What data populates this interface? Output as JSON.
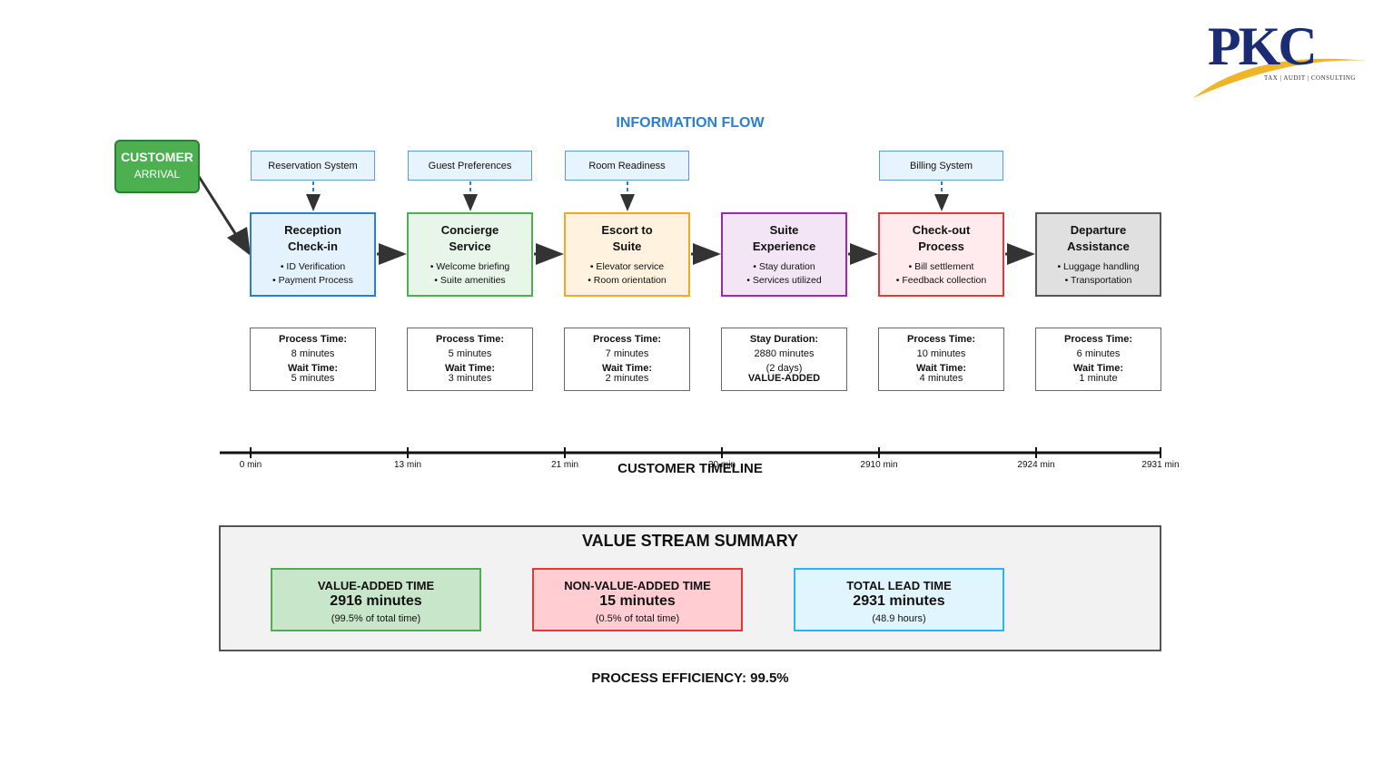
{
  "logo": {
    "text": "PKC",
    "tagline": "TAX | AUDIT | CONSULTING"
  },
  "info_flow_title": "INFORMATION FLOW",
  "customer": {
    "line1": "CUSTOMER",
    "line2": "ARRIVAL"
  },
  "systems": [
    "Reservation System",
    "Guest Preferences",
    "Room Readiness",
    "",
    "Billing System",
    ""
  ],
  "steps": [
    {
      "title1": "Reception",
      "title2": "Check-in",
      "b1": "• ID Verification",
      "b2": "• Payment Process",
      "m1h": "Process Time:",
      "m1v": "8 minutes",
      "m2h": "Wait Time:",
      "m2v": "5 minutes"
    },
    {
      "title1": "Concierge",
      "title2": "Service",
      "b1": "• Welcome briefing",
      "b2": "• Suite amenities",
      "m1h": "Process Time:",
      "m1v": "5 minutes",
      "m2h": "Wait Time:",
      "m2v": "3 minutes"
    },
    {
      "title1": "Escort to",
      "title2": "Suite",
      "b1": "• Elevator service",
      "b2": "• Room orientation",
      "m1h": "Process Time:",
      "m1v": "7 minutes",
      "m2h": "Wait Time:",
      "m2v": "2 minutes"
    },
    {
      "title1": "Suite",
      "title2": "Experience",
      "b1": "• Stay duration",
      "b2": "• Services utilized",
      "m1h": "Stay Duration:",
      "m1v": "2880 minutes",
      "m2h": "(2 days)",
      "m2v": "VALUE-ADDED"
    },
    {
      "title1": "Check-out",
      "title2": "Process",
      "b1": "• Bill settlement",
      "b2": "• Feedback collection",
      "m1h": "Process Time:",
      "m1v": "10 minutes",
      "m2h": "Wait Time:",
      "m2v": "4 minutes"
    },
    {
      "title1": "Departure",
      "title2": "Assistance",
      "b1": "• Luggage handling",
      "b2": "• Transportation",
      "m1h": "Process Time:",
      "m1v": "6 minutes",
      "m2h": "Wait Time:",
      "m2v": "1 minute"
    }
  ],
  "colors": {
    "step_fills": [
      "#e3f2fd",
      "#e8f5e9",
      "#fff3e0",
      "#f3e5f5",
      "#ffebee",
      "#e0e0e0"
    ],
    "step_borders": [
      "#2a7fd2",
      "#4caf50",
      "#f5a623",
      "#9c27b0",
      "#e53935",
      "#555555"
    ]
  },
  "timeline": {
    "ticks": [
      "0 min",
      "13 min",
      "21 min",
      "30 min",
      "2910 min",
      "2924 min",
      "2931 min"
    ],
    "title": "CUSTOMER TIMELINE"
  },
  "summary": {
    "title": "VALUE STREAM SUMMARY",
    "va": {
      "label": "VALUE-ADDED TIME",
      "value": "2916 minutes",
      "note": "(99.5% of total time)"
    },
    "nva": {
      "label": "NON-VALUE-ADDED TIME",
      "value": "15 minutes",
      "note": "(0.5% of total time)"
    },
    "total": {
      "label": "TOTAL LEAD TIME",
      "value": "2931 minutes",
      "note": "(48.9 hours)"
    }
  },
  "efficiency": "PROCESS EFFICIENCY: 99.5%"
}
